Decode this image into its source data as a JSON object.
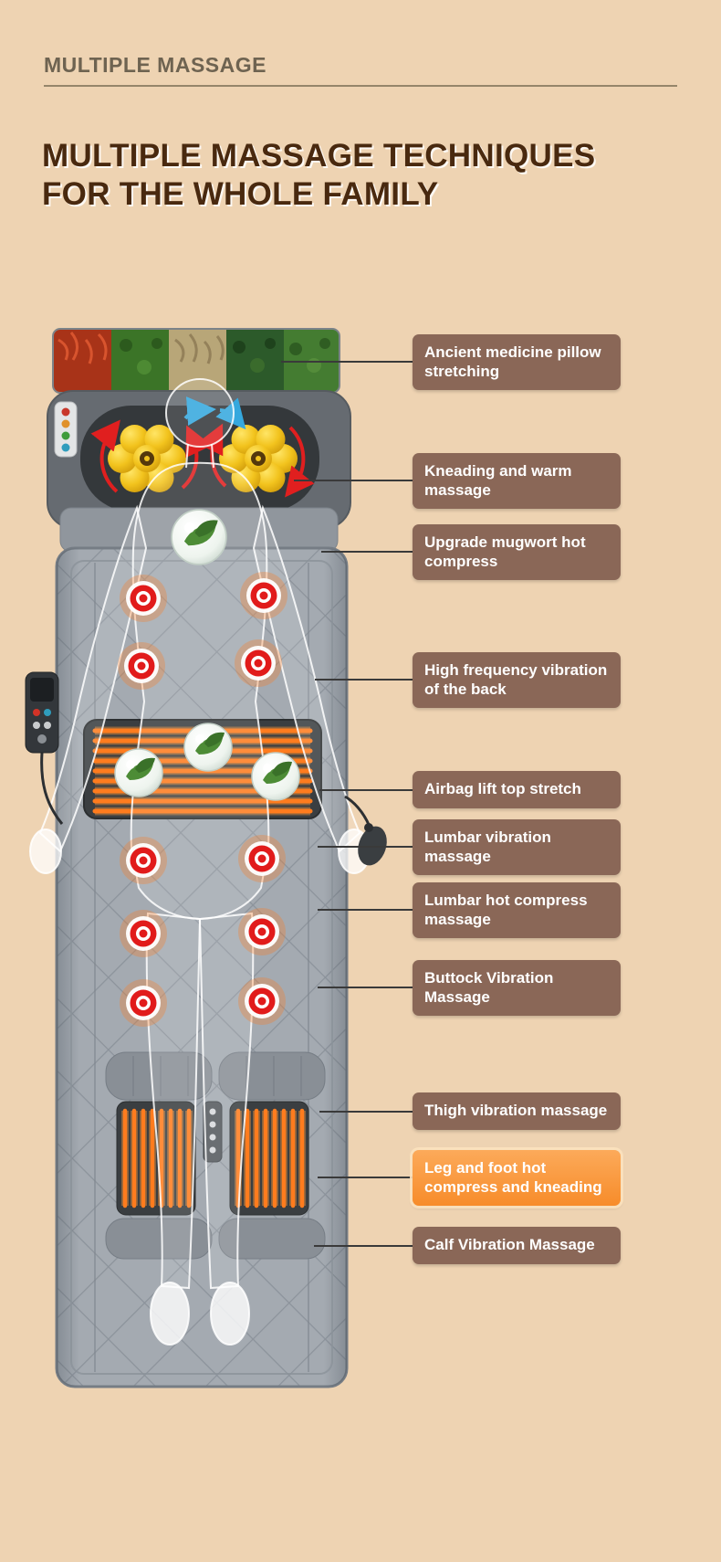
{
  "header": {
    "eyebrow": "MULTIPLE MASSAGE",
    "title_line1": "MULTIPLE MASSAGE TECHNIQUES",
    "title_line2": "FOR THE WHOLE FAMILY"
  },
  "callouts": [
    {
      "label": "Ancient medicine pillow stretching",
      "highlight": false
    },
    {
      "label": "Kneading and warm massage",
      "highlight": false
    },
    {
      "label": "Upgrade mugwort hot compress",
      "highlight": false
    },
    {
      "label": "High frequency vibration of the back",
      "highlight": false
    },
    {
      "label": "Airbag lift top stretch",
      "highlight": false
    },
    {
      "label": "Lumbar vibration massage",
      "highlight": false
    },
    {
      "label": "Lumbar hot compress massage",
      "highlight": false
    },
    {
      "label": "Buttock Vibration Massage",
      "highlight": false
    },
    {
      "label": "Thigh vibration massage",
      "highlight": false
    },
    {
      "label": "Leg and foot hot compress and kneading",
      "highlight": true
    },
    {
      "label": "Calf Vibration Massage",
      "highlight": false
    }
  ],
  "colors": {
    "background": "#eed3b2",
    "callout_bg": "#8a6757",
    "callout_highlight": "#f78c2a",
    "title": "#49290f",
    "eyebrow": "#6e6351",
    "heat_orange": "#ff7c1e",
    "massage_point_red": "#e11b1b",
    "mat_gray": "#a4aab1"
  },
  "illustration_elements": [
    "herb-pillow",
    "neck-kneading-massager",
    "kneading-balls",
    "mugwort-ball",
    "vibration-points",
    "lumbar-heating-pad",
    "leg-heating-pads",
    "remote-control",
    "air-pump",
    "body-silhouette"
  ]
}
